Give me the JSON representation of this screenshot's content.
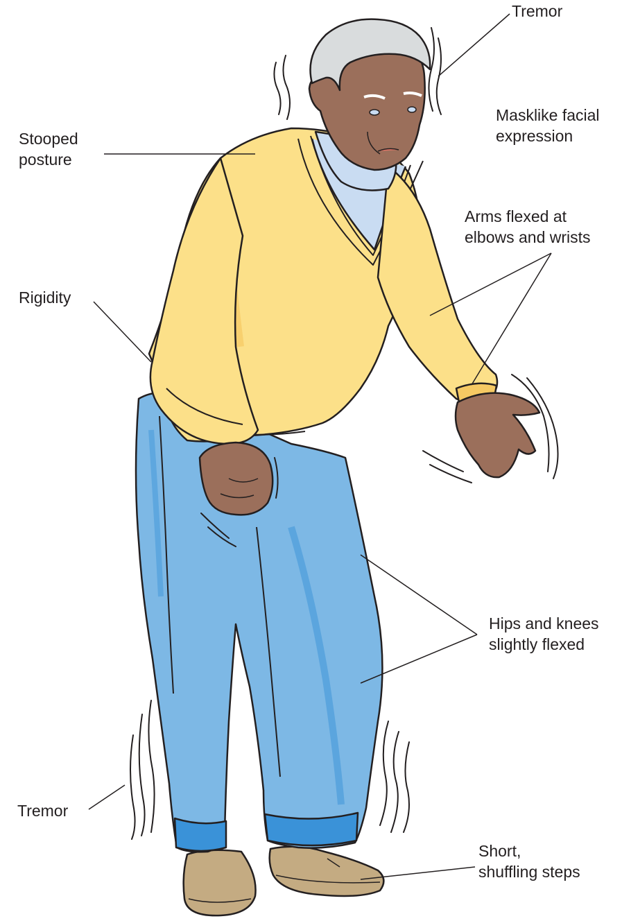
{
  "labels": {
    "tremor_head": "Tremor",
    "masklike": [
      "Masklike facial",
      "expression"
    ],
    "stooped": [
      "Stooped",
      "posture"
    ],
    "arms": [
      "Arms flexed at",
      "elbows and wrists"
    ],
    "rigidity": "Rigidity",
    "hips_knees": [
      "Hips and knees",
      "slightly flexed"
    ],
    "tremor_leg": "Tremor",
    "short_steps": [
      "Short,",
      "shuffling steps"
    ]
  },
  "colors": {
    "sweater": "#fce089",
    "sweater_shadow": "#f6c963",
    "shirt": "#c9dcf2",
    "jeans": "#7db8e5",
    "jeans_dark": "#3a92d8",
    "skin": "#9b6f5b",
    "hair": "#d9dcdd",
    "shoe": "#c4ab82",
    "line": "#231f20"
  }
}
